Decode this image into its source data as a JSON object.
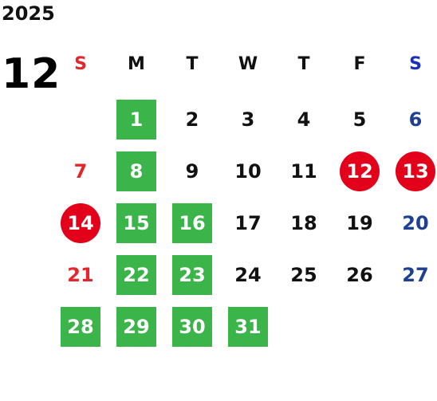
{
  "year": "2025",
  "month": "12",
  "colors": {
    "sunday": "#e3262b",
    "saturday": "#1f3f91",
    "green_fill": "#3bb44a",
    "red_circle": "#e2001a"
  },
  "weekdays": [
    "S",
    "M",
    "T",
    "W",
    "T",
    "F",
    "S"
  ],
  "weekday_colors": [
    "#e3262b",
    "#111111",
    "#111111",
    "#111111",
    "#111111",
    "#111111",
    "#1a2fbf"
  ],
  "days": [
    {
      "day": "1",
      "col": 1,
      "row": 0,
      "style": "green"
    },
    {
      "day": "2",
      "col": 2,
      "row": 0,
      "style": "plain"
    },
    {
      "day": "3",
      "col": 3,
      "row": 0,
      "style": "plain"
    },
    {
      "day": "4",
      "col": 4,
      "row": 0,
      "style": "plain"
    },
    {
      "day": "5",
      "col": 5,
      "row": 0,
      "style": "plain"
    },
    {
      "day": "6",
      "col": 6,
      "row": 0,
      "style": "saturday"
    },
    {
      "day": "7",
      "col": 0,
      "row": 1,
      "style": "sunday"
    },
    {
      "day": "8",
      "col": 1,
      "row": 1,
      "style": "green"
    },
    {
      "day": "9",
      "col": 2,
      "row": 1,
      "style": "plain"
    },
    {
      "day": "10",
      "col": 3,
      "row": 1,
      "style": "plain"
    },
    {
      "day": "11",
      "col": 4,
      "row": 1,
      "style": "plain"
    },
    {
      "day": "12",
      "col": 5,
      "row": 1,
      "style": "red-circle"
    },
    {
      "day": "13",
      "col": 6,
      "row": 1,
      "style": "red-circle"
    },
    {
      "day": "14",
      "col": 0,
      "row": 2,
      "style": "red-circle"
    },
    {
      "day": "15",
      "col": 1,
      "row": 2,
      "style": "green"
    },
    {
      "day": "16",
      "col": 2,
      "row": 2,
      "style": "green"
    },
    {
      "day": "17",
      "col": 3,
      "row": 2,
      "style": "plain"
    },
    {
      "day": "18",
      "col": 4,
      "row": 2,
      "style": "plain"
    },
    {
      "day": "19",
      "col": 5,
      "row": 2,
      "style": "plain"
    },
    {
      "day": "20",
      "col": 6,
      "row": 2,
      "style": "saturday"
    },
    {
      "day": "21",
      "col": 0,
      "row": 3,
      "style": "sunday"
    },
    {
      "day": "22",
      "col": 1,
      "row": 3,
      "style": "green"
    },
    {
      "day": "23",
      "col": 2,
      "row": 3,
      "style": "green"
    },
    {
      "day": "24",
      "col": 3,
      "row": 3,
      "style": "plain"
    },
    {
      "day": "25",
      "col": 4,
      "row": 3,
      "style": "plain"
    },
    {
      "day": "26",
      "col": 5,
      "row": 3,
      "style": "plain"
    },
    {
      "day": "27",
      "col": 6,
      "row": 3,
      "style": "saturday"
    },
    {
      "day": "28",
      "col": 0,
      "row": 4,
      "style": "green"
    },
    {
      "day": "29",
      "col": 1,
      "row": 4,
      "style": "green"
    },
    {
      "day": "30",
      "col": 2,
      "row": 4,
      "style": "green"
    },
    {
      "day": "31",
      "col": 3,
      "row": 4,
      "style": "green"
    }
  ]
}
